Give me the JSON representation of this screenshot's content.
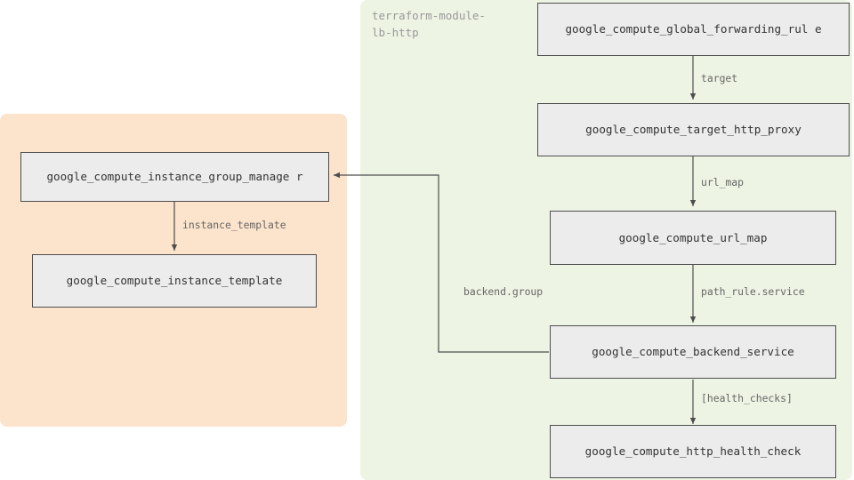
{
  "diagram": {
    "type": "terraform-resource-graph",
    "background": "#ffffff",
    "node_fill": "#ececec",
    "node_stroke": "#4d4d4d",
    "edge_color": "#4d4d4d",
    "clusters": [
      {
        "id": "lb-http",
        "label": "terraform-module-\nlb-http",
        "color": "#eef4e4",
        "label_color": "#999999"
      },
      {
        "id": "instance-group",
        "label": "",
        "color": "#fce3cb",
        "label_color": "#999999"
      }
    ],
    "nodes": {
      "global_forwarding_rule": "google_compute_global_forwarding_rul\ne",
      "target_http_proxy": "google_compute_target_http_proxy",
      "url_map": "google_compute_url_map",
      "backend_service": "google_compute_backend_service",
      "http_health_check": "google_compute_http_health_check",
      "instance_group_manager": "google_compute_instance_group_manage\nr",
      "instance_template": "google_compute_instance_template"
    },
    "edges": {
      "target": "target",
      "url_map": "url_map",
      "path_rule_service": "path_rule.service",
      "health_checks": "[health_checks]",
      "backend_group": "backend.group",
      "instance_template": "instance_template"
    }
  }
}
